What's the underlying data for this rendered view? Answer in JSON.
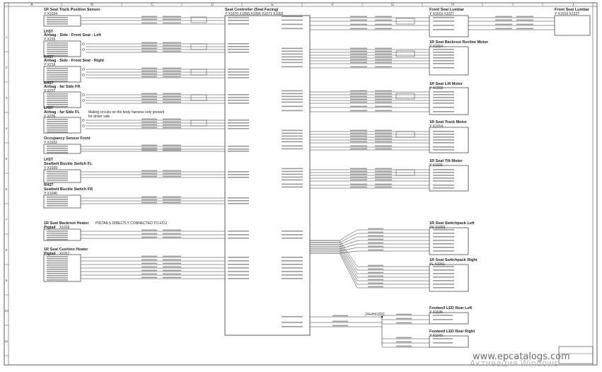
{
  "columns": [
    "A",
    "B",
    "C",
    "D",
    "E",
    "F",
    "G",
    "H",
    "I",
    "J"
  ],
  "rows": [
    "1",
    "2",
    "3",
    "4",
    "5",
    "6",
    "7",
    "8",
    "9",
    "10",
    "11",
    "12"
  ],
  "components": {
    "track_pos": {
      "title": "1R Seat Track Position Sensor",
      "id": "Y X1024"
    },
    "airbag_left": {
      "tag": "LHST",
      "title": "Airbag - Side - Front Seat - Left",
      "id": "Y X215"
    },
    "airbag_right": {
      "tag": "RHST",
      "title": "Airbag - Side - Front Seat - Right",
      "id": "Y X216"
    },
    "airbag_fr": {
      "tag": "RHST",
      "title": "Airbag - far Side FR",
      "id": "Y X227"
    },
    "airbag_fl": {
      "tag": "LHST",
      "title": "Airbag - far Side FL",
      "id": "Y X226"
    },
    "occupancy": {
      "title": "Occupancy Sensor Front",
      "id": "Y X1022"
    },
    "buckle_fl": {
      "tag": "LHST",
      "title": "Seatbelt Buckle Switch FL",
      "id": "Y X1039"
    },
    "buckle_fr": {
      "tag": "RHST",
      "title": "Seatbelt Buckle Switch FR",
      "id": "Y X1040"
    },
    "backrest_heater": {
      "title": "1R Seat Backrest Heater Pigtail",
      "id": "X1016"
    },
    "cushion_heater": {
      "title": "1R Seat Cushion Heater Pigtail",
      "id": "X1017"
    },
    "controller": {
      "title": "Seat Controller (Seat Facing)",
      "id": "Y X1070 X1056,X1056 X1071 X1002"
    },
    "lumbar": {
      "title": "Front Seat Lumbar",
      "id": "Y X1019 X1227"
    },
    "lumbar2": {
      "title": "Front Seat Lumbar",
      "id": "Y X1019 X1227"
    },
    "recline_motor": {
      "title": "1R Seat Backrest Recline Motor",
      "id": "Y X1014"
    },
    "lift_motor": {
      "title": "1R Seat Lift Motor",
      "id": "Y X1018"
    },
    "track_motor": {
      "title": "1R Seat Track Motor",
      "id": "Y X1014"
    },
    "tilt_motor": {
      "title": "1R Seat Tilt Motor",
      "id": "Y X1021"
    },
    "switchpack_left": {
      "title": "1R Seat Switchpack Left",
      "id": "YK X1001"
    },
    "switchpack_right": {
      "title": "1R Seat Switchpack Right",
      "id": "YL X1061"
    },
    "footwell_left": {
      "title": "Footwell LED Rear Left",
      "id": "Y X1035"
    },
    "footwell_right": {
      "title": "Footwell LED Rear Right",
      "id": "Y X1043"
    }
  },
  "notes": {
    "mating_note": "Mating circuits on the body harness only present for driver side",
    "pigtails_note": "PIGTAILS DIRECTLY CONNECTED TO ECU",
    "splice": "2/4+HX1021"
  },
  "watermark": {
    "site": "www.epcatalogs.com",
    "os_text": "Активация Windows"
  }
}
